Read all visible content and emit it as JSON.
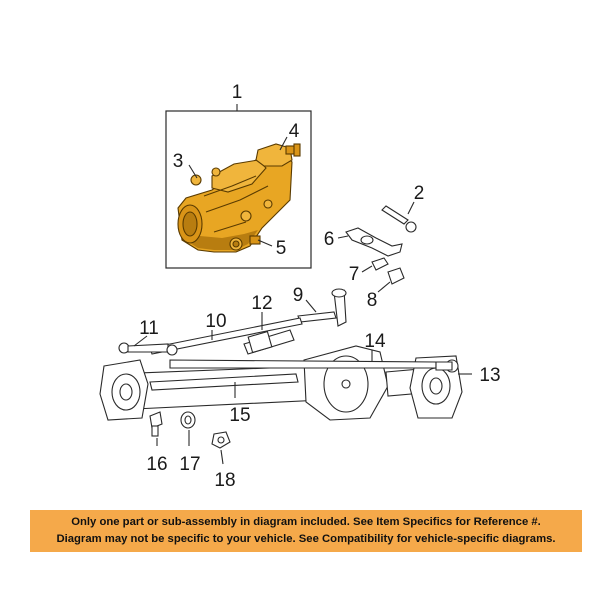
{
  "diagram": {
    "callouts": {
      "c1": "1",
      "c2": "2",
      "c3": "3",
      "c4": "4",
      "c5": "5",
      "c6": "6",
      "c7": "7",
      "c8": "8",
      "c9": "9",
      "c10": "10",
      "c11": "11",
      "c12": "12",
      "c13": "13",
      "c14": "14",
      "c15": "15",
      "c16": "16",
      "c17": "17",
      "c18": "18"
    },
    "colors": {
      "gear_box": "#e8a623",
      "gear_box_shadow": "#b87d10",
      "outline": "#2a2a2a",
      "banner": "#f5a94a"
    }
  },
  "disclaimer": {
    "line1": "Only one part or sub-assembly in diagram included. See Item Specifics for Reference #.",
    "line2": "Diagram may not be specific to your vehicle. See Compatibility for vehicle-specific diagrams."
  }
}
